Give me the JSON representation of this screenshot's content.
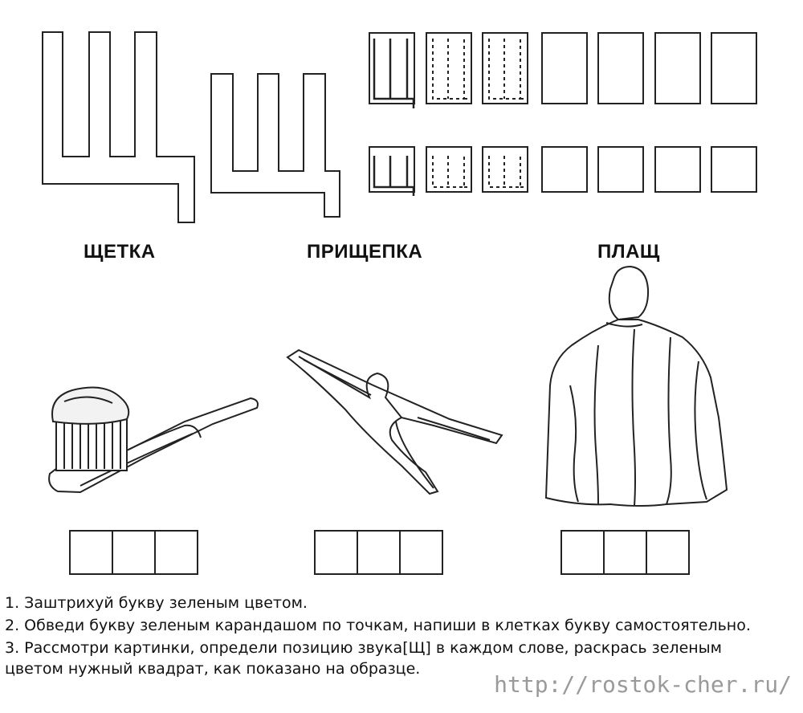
{
  "letter_glyph": "Щ",
  "words": [
    {
      "label": "ЩЕТКА",
      "picture": "toothbrush-icon"
    },
    {
      "label": "ПРИЩЕПКА",
      "picture": "clothespin-icon"
    },
    {
      "label": "ПЛАЩ",
      "picture": "cloak-icon"
    }
  ],
  "instructions": [
    "1. Заштрихуй букву зеленым цветом.",
    "2. Обведи букву зеленым карандашом по точкам, напиши в клетках букву самостоятельно.",
    "3. Рассмотри картинки, определи позицию звука[Щ] в каждом слове, раскрась зеленым",
    "цветом нужный квадрат, как показано на образце."
  ],
  "footer": {
    "url": "http://rostok-cher.ru/"
  }
}
